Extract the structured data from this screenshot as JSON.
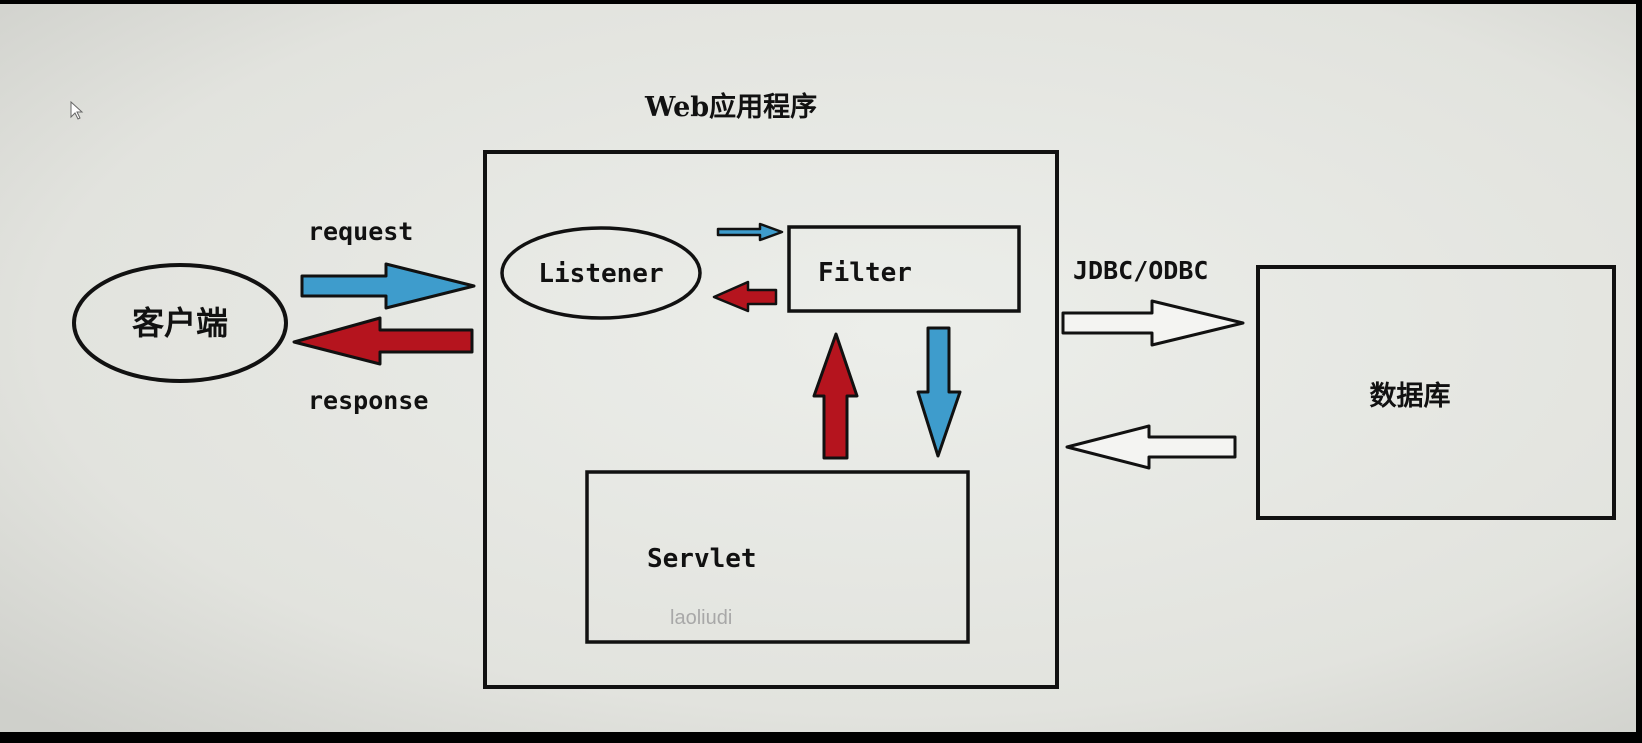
{
  "diagram": {
    "title": "Web应用程序",
    "client_label": "客户端",
    "request_label": "request",
    "response_label": "response",
    "listener_label": "Listener",
    "filter_label": "Filter",
    "servlet_label": "Servlet",
    "jdbc_label": "JDBC/ODBC",
    "database_label": "数据库",
    "watermark": "laoliudi"
  },
  "colors": {
    "screen": "#e6e7e2",
    "request_arrow": "#3e9ccc",
    "response_arrow": "#b5141e",
    "outline": "#111111"
  }
}
